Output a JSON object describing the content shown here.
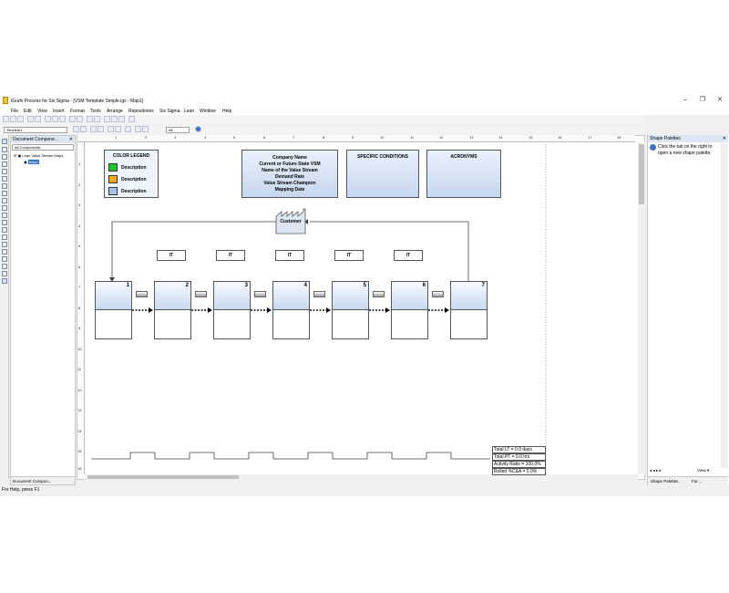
{
  "window": {
    "title": "iGrafx Process for Six Sigma - [VSM Template Simple.igx - Map1]",
    "minimize_glyph": "–",
    "restore_glyph": "❐",
    "close_glyph": "✕"
  },
  "menu": [
    "File",
    "Edit",
    "View",
    "Insert",
    "Format",
    "Tools",
    "Arrange",
    "Repositories",
    "Six Sigma",
    "Lean",
    "Window",
    "Help"
  ],
  "toolbar": {
    "zoom_value": "All",
    "timeline_value": "Timeline1"
  },
  "doc_panel": {
    "title": "Document Compone...",
    "filter": "All Components",
    "tree": [
      {
        "label": "Lean Value Stream Maps"
      },
      {
        "label": "Map1"
      }
    ],
    "tab_label": "Document Compon..."
  },
  "right_panel": {
    "title": "Shape Palettes",
    "info": "Click the tab on the right to open a new shape palette.",
    "view_label": "View",
    "tab1": "Shape Palettes",
    "tab2": "For..."
  },
  "ruler": {
    "h_ticks": [
      "1",
      "2",
      "3",
      "4",
      "5",
      "6",
      "7",
      "8",
      "9",
      "10",
      "11",
      "12",
      "13",
      "14",
      "15",
      "16",
      "17",
      "18"
    ],
    "v_ticks": [
      "1",
      "2",
      "3",
      "4",
      "5",
      "6",
      "7",
      "8",
      "9",
      "10",
      "11",
      "12",
      "13",
      "14",
      "15",
      "16"
    ]
  },
  "vsm": {
    "legend": {
      "title": "COLOR LEGEND",
      "items": [
        {
          "label": "Description",
          "color": "#22c32a"
        },
        {
          "label": "Description",
          "color": "#f5a623"
        },
        {
          "label": "Description",
          "color": "#a9c1e8"
        }
      ]
    },
    "company_box": {
      "lines": [
        "Company Name",
        "Current or Future State VSM",
        "Name of the Value Stream",
        "Demand Rate",
        "Value Stream Champion",
        "Mapping Date"
      ]
    },
    "specific_conditions": "SPECIFIC CONDITIONS",
    "acronyms": "ACRONYMS",
    "customer": "Customer",
    "it_label": "IT",
    "process_numbers": [
      "1",
      "2",
      "3",
      "4",
      "5",
      "6",
      "7"
    ],
    "metrics": [
      "Total LT = 0.0 days",
      "Total PT = 0.0 hrs",
      "Activity Ratio = 100.0%",
      "Rolled %C&A = 0.0%"
    ]
  },
  "status": "For Help, press F1"
}
